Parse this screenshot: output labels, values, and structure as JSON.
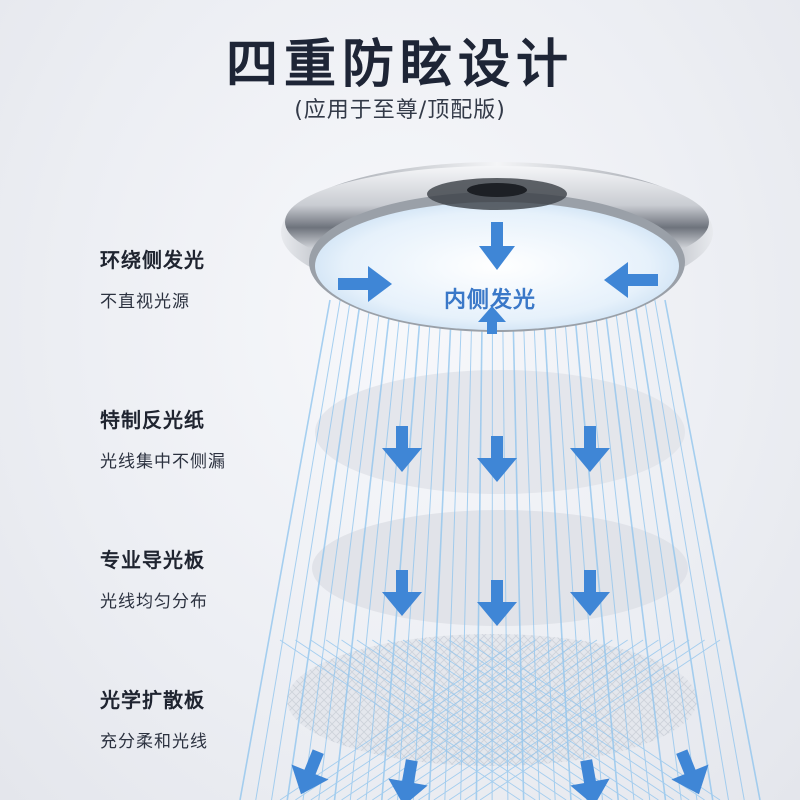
{
  "header": {
    "title": "四重防眩设计",
    "subtitle": "(应用于至尊/顶配版)"
  },
  "center_label": "内侧发光",
  "features": [
    {
      "title": "环绕侧发光",
      "desc": "不直视光源"
    },
    {
      "title": "特制反光纸",
      "desc": "光线集中不侧漏"
    },
    {
      "title": "专业导光板",
      "desc": "光线均匀分布"
    },
    {
      "title": "光学扩散板",
      "desc": "充分柔和光线"
    }
  ],
  "colors": {
    "title": "#1e2536",
    "arrow": "#3f86d6",
    "beam": "#8cc3ee"
  }
}
